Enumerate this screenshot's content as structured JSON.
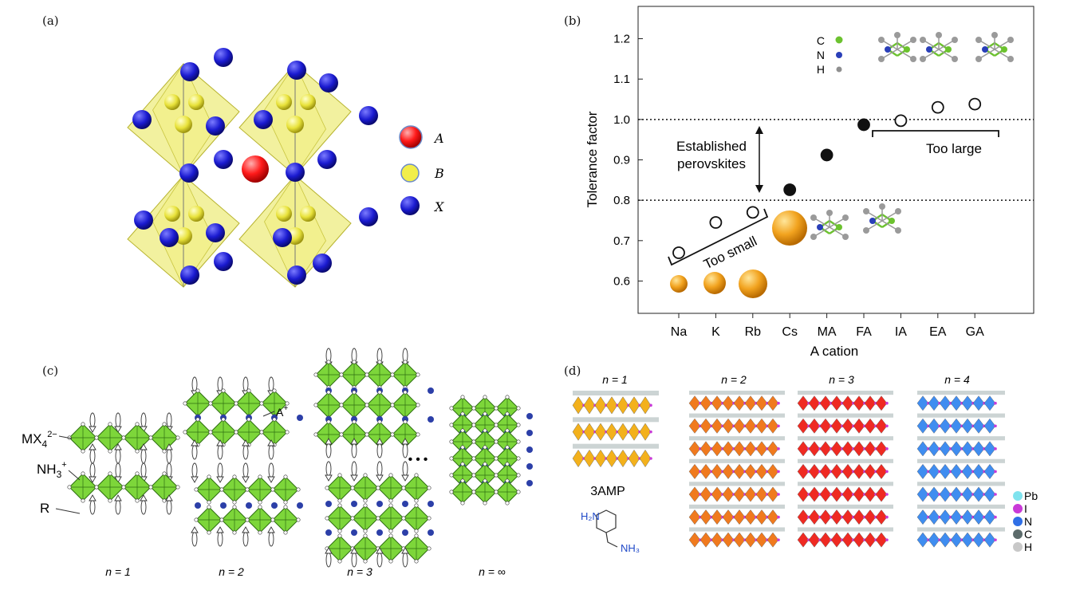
{
  "panels": {
    "a": {
      "label": "(a)",
      "legend": [
        {
          "symbol": "A",
          "color": "#ff1a1a"
        },
        {
          "symbol": "B",
          "color": "#f2ee4a"
        },
        {
          "symbol": "X",
          "color": "#1a1adb"
        }
      ]
    },
    "b": {
      "label": "(b)",
      "annotations": {
        "established": [
          "Established",
          "perovskites"
        ],
        "too_small": "Too small",
        "too_large": "Too large"
      },
      "element_legend": [
        {
          "element": "C",
          "color": "#6cc22f"
        },
        {
          "element": "N",
          "color": "#2a3fb8"
        },
        {
          "element": "H",
          "color": "#8f8f8f"
        }
      ]
    },
    "c": {
      "label": "(c)",
      "species": [
        "MX",
        "NH",
        "R",
        "A"
      ],
      "n_labels": [
        "n = 1",
        "n = 2",
        "n = 3",
        "n = ∞"
      ],
      "ellipsis": "•••"
    },
    "d": {
      "label": "(d)",
      "n_labels": [
        "n = 1",
        "n = 2",
        "n = 3",
        "n = 4"
      ],
      "molecule_name": "3AMP",
      "legend": [
        {
          "element": "Pb",
          "color": "#7fe3ee"
        },
        {
          "element": "I",
          "color": "#c93ad8"
        },
        {
          "element": "N",
          "color": "#2f6fe6"
        },
        {
          "element": "C",
          "color": "#5c6b6b"
        },
        {
          "element": "H",
          "color": "#c8c8c8"
        }
      ]
    }
  },
  "chart_data": {
    "type": "scatter",
    "xlabel": "A cation",
    "ylabel": "Tolerance factor",
    "categories": [
      "Na",
      "K",
      "Rb",
      "Cs",
      "MA",
      "FA",
      "IA",
      "EA",
      "GA"
    ],
    "ylim": [
      0.52,
      1.28
    ],
    "yticks": [
      0.6,
      0.7,
      0.8,
      0.9,
      1.0,
      1.1,
      1.2
    ],
    "reference_lines": [
      0.8,
      1.0
    ],
    "series": [
      {
        "marker": "open",
        "points": [
          {
            "x": "Na",
            "y": 0.67
          },
          {
            "x": "K",
            "y": 0.745
          },
          {
            "x": "Rb",
            "y": 0.77
          },
          {
            "x": "IA",
            "y": 0.997
          },
          {
            "x": "EA",
            "y": 1.03
          },
          {
            "x": "GA",
            "y": 1.038
          }
        ]
      },
      {
        "marker": "filled",
        "points": [
          {
            "x": "Cs",
            "y": 0.826
          },
          {
            "x": "MA",
            "y": 0.912
          },
          {
            "x": "FA",
            "y": 0.987
          }
        ]
      }
    ]
  }
}
